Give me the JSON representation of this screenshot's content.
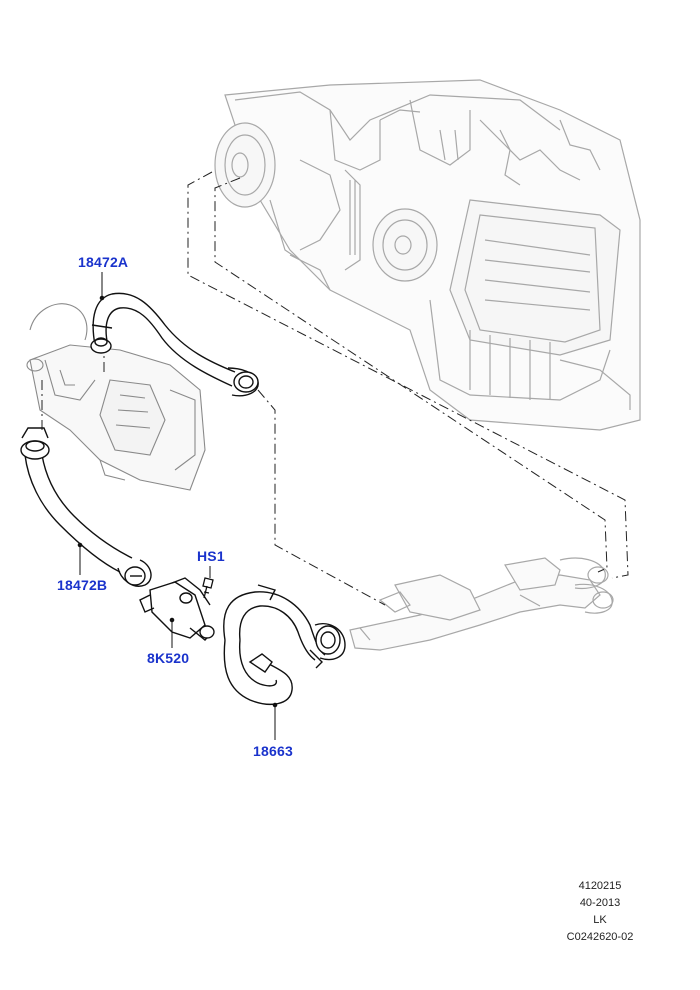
{
  "callouts": {
    "hose_a": "18472A",
    "hose_b": "18472B",
    "screw": "HS1",
    "valve": "8K520",
    "hose_main": "18663"
  },
  "footer": {
    "line1": "4120215",
    "line2": "40-2013",
    "line3": "LK",
    "line4": "C0242620-02"
  },
  "colors": {
    "callout_text": "#1a33cc",
    "line_art_dark": "#111111",
    "line_art_light": "#9a9a9a"
  }
}
